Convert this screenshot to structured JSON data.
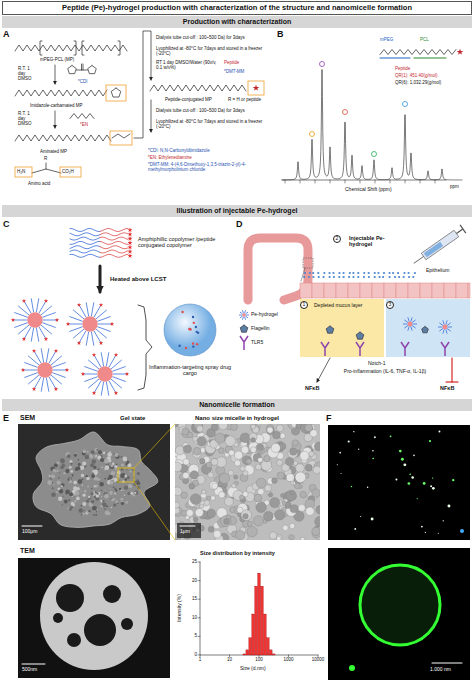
{
  "diagram": {
    "title": "Peptide (Pe)-hydrogel production with characterization of the structure and nanomicelle formation",
    "nodes": [
      {
        "text": [
          "Production with characterization"
        ]
      },
      {
        "text": [
          "Illustration of injectable Pe-hydrogel"
        ]
      },
      {
        "text": [
          "Nanomicelle formation"
        ]
      },
      {
        "text": [
          "2"
        ]
      },
      {
        "text": [
          "1"
        ]
      },
      {
        "text": [
          "3"
        ]
      }
    ],
    "labels": [
      "A",
      "mPEG-PCL (MP)",
      "R.T. 1 day DMSO",
      "*CDI",
      "Imidazole-carbamated MP",
      "R.T. 1 day DMSO",
      "*EN",
      "Aminated MP",
      "H₂N",
      "R",
      "CO₂H",
      "Amino acid",
      "Dialysis tube cut-off : 100~500 Da) for 3days",
      "Lyophilized at -80°C for 7days and stored in a freezer (-20°C)",
      "RT 1 day DMSO/Water (90v/v, 0.1 w/v%)",
      "Peptide",
      "*DMT-MM",
      "Peptide-conjugated MP",
      "R = H or peptide",
      "Dialysis tube cut-off : 100~500 Da) for 3days",
      "Lyophilized at -80°C for 7days and stored in a freezer (-20°C)",
      "*CDI: N,N-Carbonyldiimidazole",
      "*EN: Ethylenediamine",
      "*DMT-MM: 4-(4,6-Dimethoxy-1,3,5-triazin-2-yl)-4-methylmorpholinium chloride",
      "B",
      "mPEG",
      "PCL",
      "Peptide",
      "QR(1): 451.40(g/mol)",
      "QR(6): 1,032.29(g/mol)",
      "Chemical Shift (ppm)",
      "ppm",
      "C",
      "Amphiphillic copolymer /peptide conjugated copolymer",
      "Heated above LCST",
      "Inflammation-targeting spray drug cargo",
      "D",
      "Injectable Pe-hydrogel",
      "Epithelium",
      "Depleted mucus layer",
      "Notch-1",
      "Pro-inflammation (IL-6, TNF-α, IL-1β)",
      "NFκB",
      "NFκB",
      "E",
      "SEM",
      "Gel state",
      "Nano size micelle in hydrogel",
      "100μm",
      "1μm",
      "TEM",
      "500nm",
      "Size distribution by intensity",
      "Intensity (%)",
      "0",
      "5",
      "10",
      "15",
      "20",
      "25",
      "1",
      "10",
      "100",
      "1000",
      "10000",
      "Size (d.nm)",
      "F",
      "1.000 nm"
    ],
    "legend": [
      {
        "text": "Pe-hydrogel"
      },
      {
        "text": "Flagellin"
      },
      {
        "text": "TLR5"
      }
    ]
  }
}
